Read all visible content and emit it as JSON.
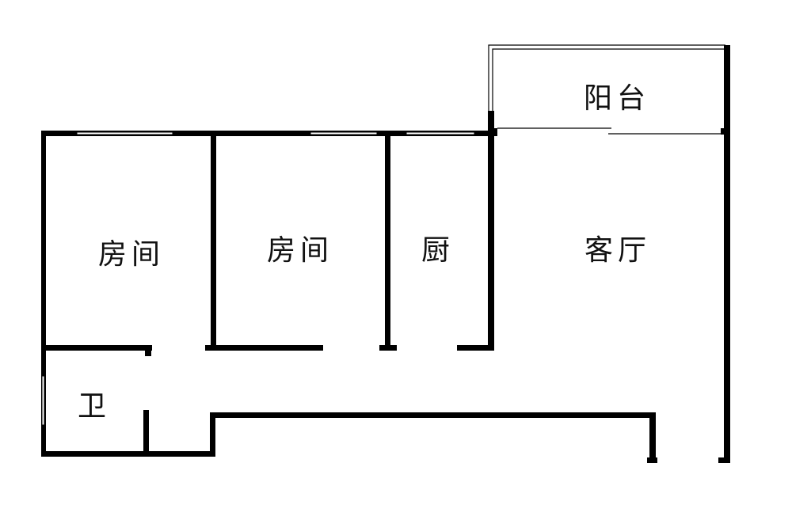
{
  "colors": {
    "wall": "#000000",
    "background": "#ffffff"
  },
  "rooms": {
    "bedroom_1": "房间",
    "bedroom_2": "房间",
    "kitchen": "厨",
    "living_room": "客厅",
    "balcony": "阳台",
    "bathroom": "卫"
  }
}
